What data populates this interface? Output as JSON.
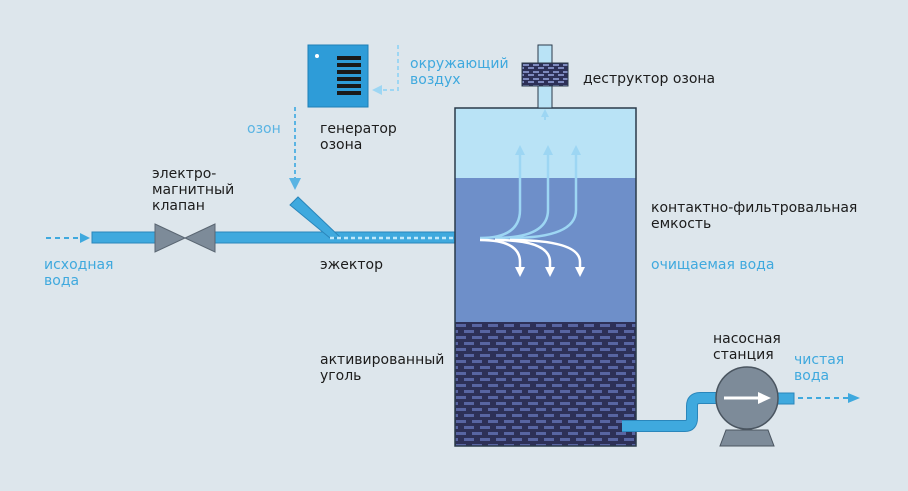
{
  "labels": {
    "ambient_air": "окружающий\nвоздух",
    "ozone_destructor": "деструктор озона",
    "ozone": "озон",
    "ozone_generator": "генератор\nозона",
    "solenoid_valve": "электро-\nмагнитный\nклапан",
    "contact_tank": "контактно-фильтровальная\nемкость",
    "source_water": "исходная\nвода",
    "ejector": "эжектор",
    "treated_water": "очищаемая вода",
    "activated_carbon": "активированный\nуголь",
    "pump_station": "насосная\nстанция",
    "clean_water": "чистая\nвода"
  },
  "colors": {
    "background": "#dde6ec",
    "pipe": "#3fa9de",
    "water_top": "#b9e3f6",
    "water": "#6e8fc9",
    "carbon": "#2c2f55",
    "device": "#2a9ad6",
    "label_blue": "#3fa9de",
    "text": "#1c1c1c"
  }
}
